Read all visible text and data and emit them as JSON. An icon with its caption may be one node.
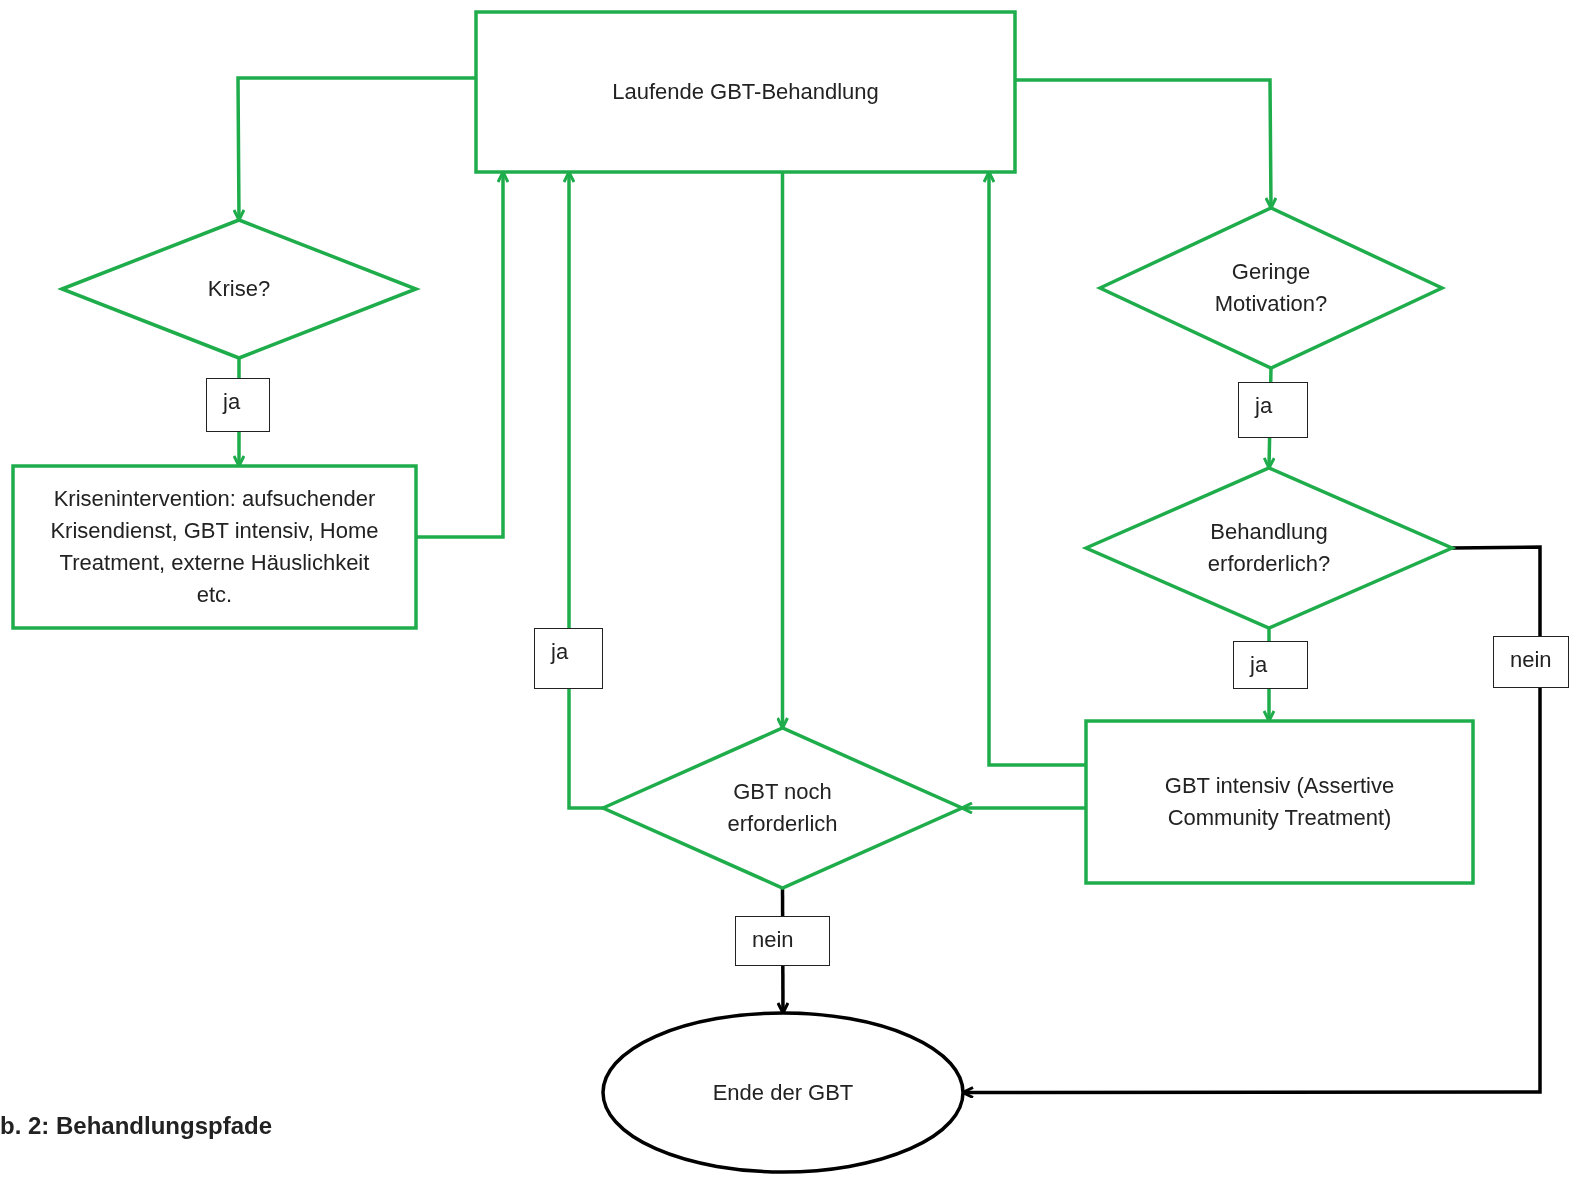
{
  "diagram": {
    "caption": "b. 2: Behandlungspfade",
    "nodes": [
      {
        "text": [
          "Laufende GBT-Behandlung"
        ]
      },
      {
        "text": [
          "Krise?"
        ]
      },
      {
        "text": [
          "Krisenintervention: aufsuchender Krisendienst, GBT intensiv, Home Treatment, externe Häuslichkeit etc."
        ]
      },
      {
        "text": [
          "Geringe Motivation?"
        ]
      },
      {
        "text": [
          "Behandlung erforderlich?"
        ]
      },
      {
        "text": [
          "GBT intensiv (Assertive Community Treatment)"
        ]
      },
      {
        "text": [
          "GBT noch erforderlich"
        ]
      },
      {
        "text": [
          "Ende der GBT"
        ]
      }
    ],
    "edges": [
      {
        "from": 0,
        "to": 1,
        "arrow": "to"
      },
      {
        "from": 1,
        "to": 2,
        "arrow": "to",
        "label": "ja"
      },
      {
        "from": 2,
        "to": 0,
        "arrow": "to"
      },
      {
        "from": 0,
        "to": 3,
        "arrow": "to"
      },
      {
        "from": 3,
        "to": 4,
        "arrow": "to",
        "label": "ja"
      },
      {
        "from": 4,
        "to": 5,
        "arrow": "to",
        "label": "ja"
      },
      {
        "from": 4,
        "to": 7,
        "arrow": "to",
        "label": "nein",
        "color": "#000000"
      },
      {
        "from": 5,
        "to": 0,
        "arrow": "to"
      },
      {
        "from": 5,
        "to": 6,
        "arrow": "to"
      },
      {
        "from": 0,
        "to": 6,
        "arrow": "to"
      },
      {
        "from": 6,
        "to": 0,
        "arrow": "to",
        "label": "ja"
      },
      {
        "from": 6,
        "to": 7,
        "arrow": "to",
        "label": "nein",
        "color": "#000000"
      }
    ]
  }
}
